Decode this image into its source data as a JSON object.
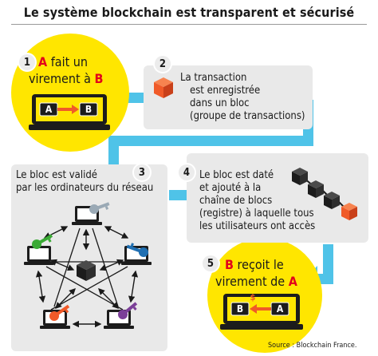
{
  "title": "Le système blockchain est transparent et sécurisé",
  "steps": [
    {
      "number": "1",
      "line1_letter": "A",
      "line1_rest": " fait un",
      "line2_rest": "virement à ",
      "line2_letter": "B"
    },
    {
      "number": "2",
      "lines": [
        "La transaction",
        "est enregistrée",
        "dans un bloc",
        "(groupe de transactions)"
      ]
    },
    {
      "number": "3",
      "lines": [
        "Le bloc est validé",
        "par les ordinateurs du réseau"
      ]
    },
    {
      "number": "4",
      "lines": [
        "Le bloc est daté",
        "et ajouté à la",
        "chaîne de blocs",
        "(registre) à laquelle tous",
        "les utilisateurs ont accès"
      ]
    },
    {
      "number": "5",
      "line1_letter": "B",
      "line1_rest": " reçoit le",
      "line2_rest": "virement de ",
      "line2_letter": "A"
    }
  ],
  "laptop_labels": {
    "from": "A",
    "to": "B",
    "currency": "$"
  },
  "source": "Source : Blockchain France.",
  "colors": {
    "yellow": "#ffe600",
    "grey_box": "#e9e9e9",
    "blue_arrow": "#4fc3e8",
    "orange": "#f05a28",
    "highlight_red": "#e2001a"
  },
  "icons": [
    "laptop-icon",
    "cube-icon",
    "key-icon",
    "blockchain-cubes-icon"
  ]
}
